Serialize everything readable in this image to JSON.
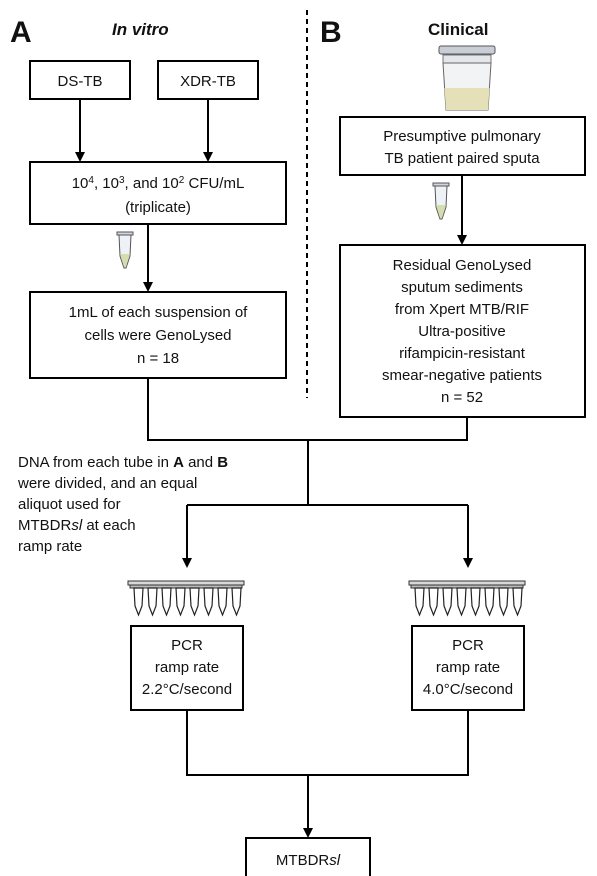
{
  "panel_a": {
    "letter": "A",
    "title": "In vitro",
    "box_ds": "DS-TB",
    "box_xdr": "XDR-TB",
    "conc_line1": {
      "p1": "10",
      "s1": "4",
      "p2": ", 10",
      "s2": "3",
      "p3": ", and 10",
      "s3": "2",
      "p4": " CFU/mL"
    },
    "conc_line2": "(triplicate)",
    "geno_lines": [
      "1mL of each suspension of",
      "cells were GenoLysed",
      "n = 18"
    ]
  },
  "panel_b": {
    "letter": "B",
    "title": "Clinical",
    "sputa_lines": [
      "Presumptive pulmonary",
      "TB patient paired sputa"
    ],
    "residual_lines": [
      "Residual GenoLysed",
      "sputum sediments",
      "from Xpert MTB/RIF",
      "Ultra-positive",
      "rifampicin-resistant",
      "smear-negative patients",
      "n = 52"
    ]
  },
  "dna_note": {
    "line1": {
      "p1": "DNA from each tube in ",
      "b1": "A",
      "p2": " and ",
      "b2": "B"
    },
    "line2": "were divided, and an equal",
    "line3": "aliquot used for",
    "line4": {
      "p1": "MTBDR",
      "i1": "sl",
      "p2": " at each"
    },
    "line5": "ramp rate"
  },
  "pcr_left": [
    "PCR",
    "ramp rate",
    "2.2°C/second"
  ],
  "pcr_right": [
    "PCR",
    "ramp rate",
    "4.0°C/second"
  ],
  "final_box": {
    "p1": "MTBDR",
    "i1": "sl"
  }
}
